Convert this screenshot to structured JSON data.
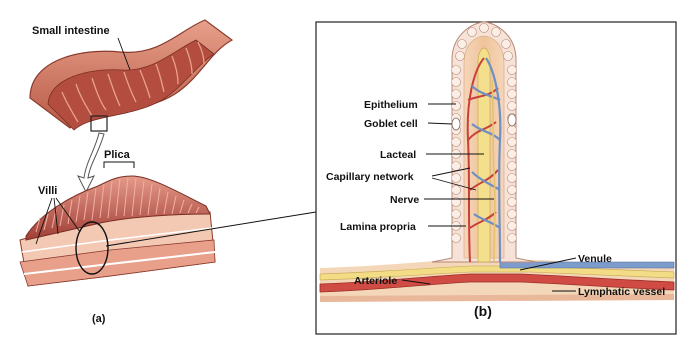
{
  "panel_a": {
    "caption": "(a)",
    "labels": {
      "small_intestine": "Small intestine",
      "plica": "Plica",
      "villi": "Villi"
    }
  },
  "panel_b": {
    "caption": "(b)",
    "labels": {
      "epithelium": "Epithelium",
      "goblet_cell": "Goblet cell",
      "lacteal": "Lacteal",
      "capillary_network": "Capillary network",
      "nerve": "Nerve",
      "lamina_propria": "Lamina propria",
      "arteriole": "Arteriole",
      "venule": "Venule",
      "lymphatic_vessel": "Lymphatic vessel"
    }
  },
  "colors": {
    "intestine_outer": "#d9826b",
    "intestine_inner": "#a94a3c",
    "epithelium": "#f2d6c8",
    "lamina": "#f0c9a8",
    "lacteal": "#f3df8a",
    "artery": "#c9403a",
    "vein": "#6f8fc4",
    "nerve": "#e8c87a"
  }
}
